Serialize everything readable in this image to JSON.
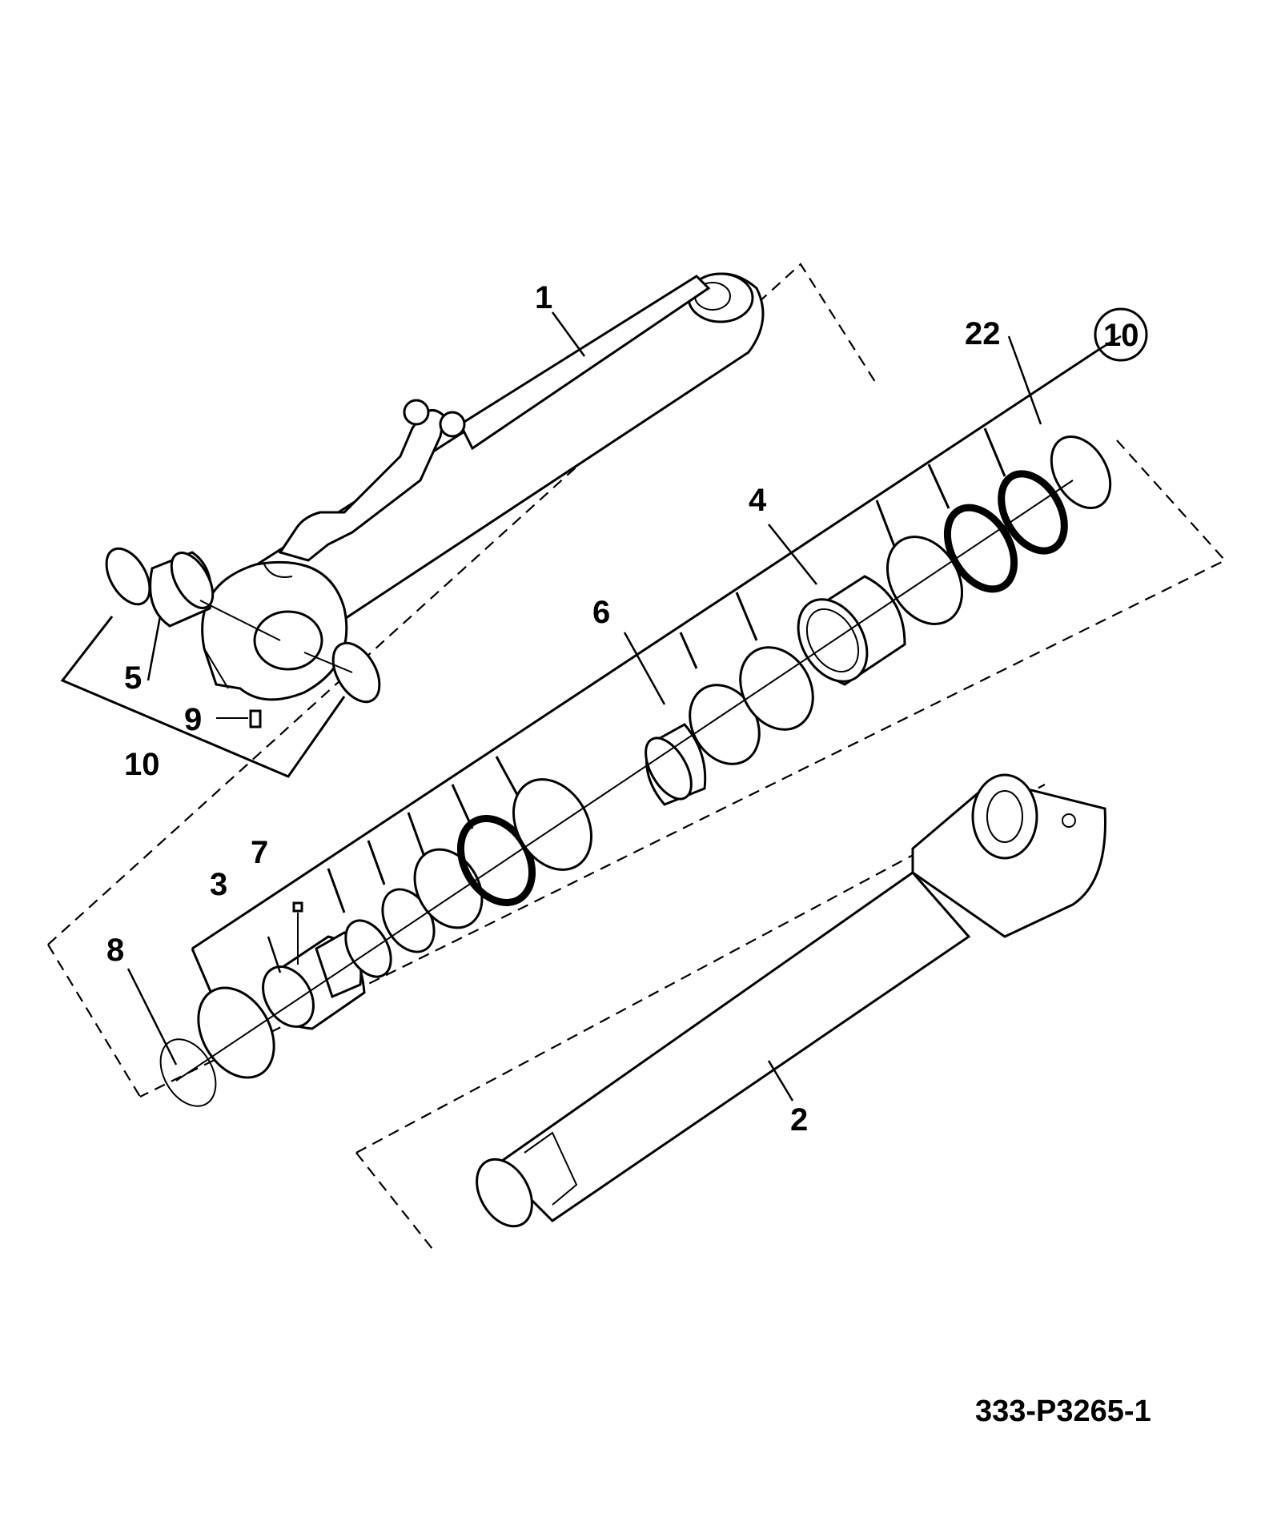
{
  "diagram": {
    "drawing_number": "333-P3265-1",
    "callouts": {
      "c1": "1",
      "c2": "2",
      "c3": "3",
      "c4": "4",
      "c5": "5",
      "c6": "6",
      "c7": "7",
      "c8": "8",
      "c9": "9",
      "c10_kit": "10",
      "c10_circled": "10",
      "c22": "22"
    }
  }
}
